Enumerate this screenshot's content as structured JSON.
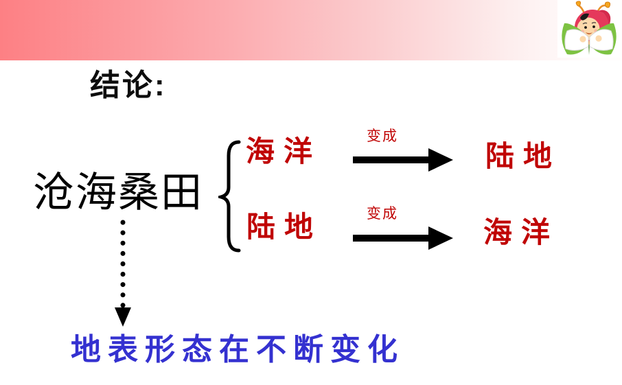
{
  "slide": {
    "title": "结论:",
    "term": "沧海桑田",
    "transformations": [
      {
        "from": "海洋",
        "arrow_label": "变成",
        "to": "陆地"
      },
      {
        "from": "陆地",
        "arrow_label": "变成",
        "to": "海洋"
      }
    ],
    "conclusion": "地表形态在不断变化",
    "icons": {
      "mascot": "ladybug-child-reading-book",
      "brace": "left-curly-brace",
      "arrow": "solid-right-arrow",
      "dotted_arrow": "dotted-down-arrow"
    },
    "colors": {
      "banner_gradient_start": "#fd8084",
      "banner_gradient_end": "#fffdfd",
      "term_color": "#000000",
      "title_color": "#0d0d0d",
      "red_text": "#c00505",
      "blue_text": "#3431d0",
      "arrow_color": "#000000",
      "book_green": "#7dc242",
      "hood_red": "#e5395b"
    }
  }
}
